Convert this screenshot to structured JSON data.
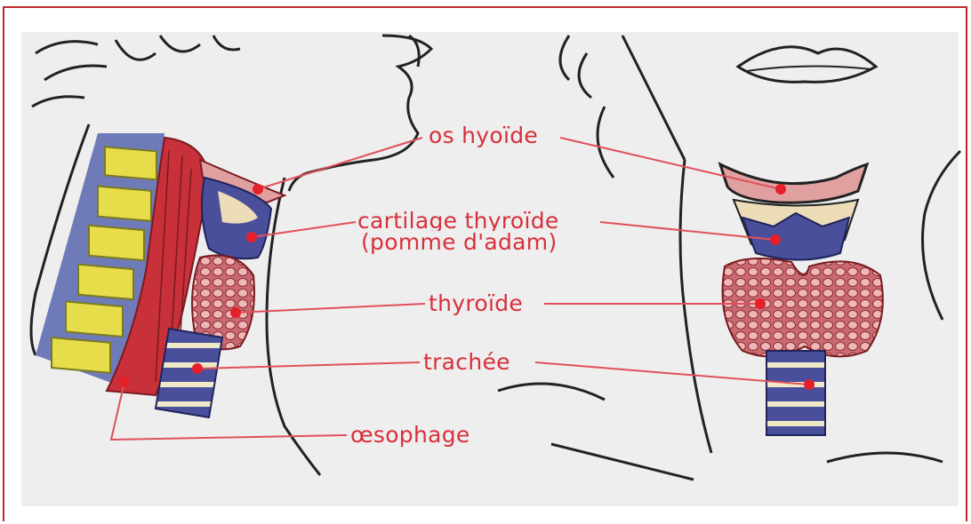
{
  "labels": {
    "hyoid": "os hyoïde",
    "thyroid_cartilage": "cartilage thyroïde",
    "adams_apple": "(pomme d'adam)",
    "thyroid": "thyroïde",
    "trachea": "trachée",
    "esophagus": "œsophage"
  },
  "colors": {
    "frame": "#c0282d",
    "label": "#d8303a",
    "leader": "#e0505a",
    "dot": "#e5202a",
    "vertebra": "#e7dd4a",
    "cartilage": "#4a4f9c",
    "thyroid_gland": "#d98a8a",
    "muscle": "#c8303a",
    "background": "#eeeeef"
  }
}
